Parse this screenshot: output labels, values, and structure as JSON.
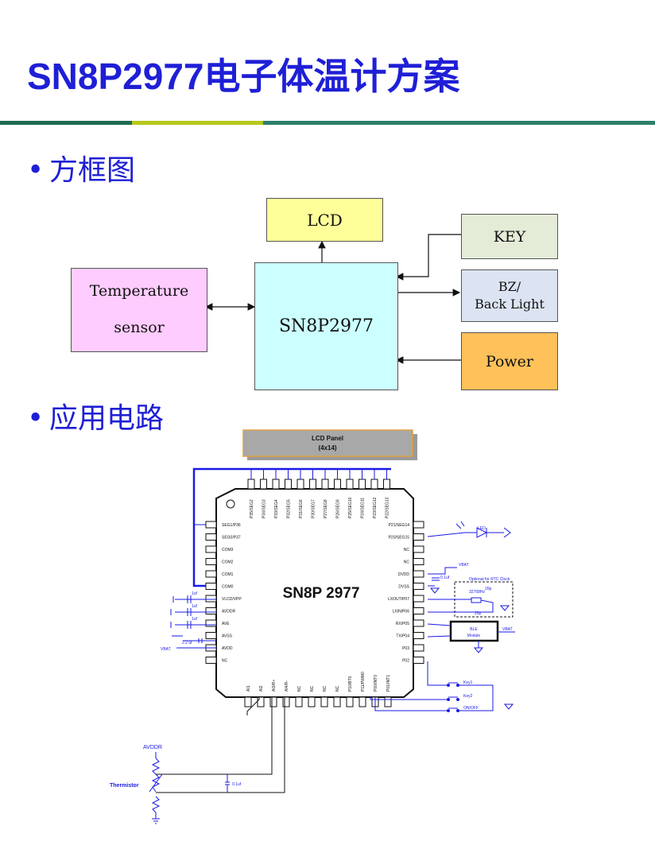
{
  "slide": {
    "title": "SN8P2977电子体温计方案",
    "bullet1": "方框图",
    "bullet2": "应用电路",
    "bullet_symbol": "•"
  },
  "colors": {
    "title": "#1f1fd6",
    "rule_left": "#1e6b50",
    "rule_mid": "#b5c81a",
    "rule_right": "#2d7f6a",
    "lcd_box": "#ffff99",
    "key_box": "#e4ecd8",
    "bz_box": "#dce3f2",
    "power_box": "#ffc15a",
    "temp_box": "#ffccff",
    "mcu_box": "#ccffff",
    "schematic_blue": "#1a1ae6"
  },
  "block_diagram": {
    "lcd": "LCD",
    "key": "KEY",
    "bz_line1": "BZ/",
    "bz_line2": "Back Light",
    "power": "Power",
    "temp_line1": "Temperature",
    "temp_line2": "sensor",
    "mcu": "SN8P2977"
  },
  "schematic": {
    "lcd_panel_line1": "LCD Panel",
    "lcd_panel_line2": "(4x14)",
    "chip_label": "SN8P 2977",
    "top_pins": [
      "P35/SEG2",
      "P34/SEG3",
      "P33/SEG4",
      "P32/SEG5",
      "P31/SEG6",
      "P30/SEG7",
      "P27/SEG8",
      "P26/SEG9",
      "P25/SEG10",
      "P24/SEG11",
      "P23/SEG12",
      "P22/SEG13"
    ],
    "left_pins": [
      "SEG1/P36",
      "SEG0/P37",
      "COM3",
      "COM2",
      "COM1",
      "COM0",
      "VLCD/VPP",
      "AVDDR",
      "AVE",
      "AVSS",
      "AVDD",
      "NC"
    ],
    "right_pins": [
      "P21/SEG14",
      "P20/SEG15",
      "NC",
      "NC",
      "DVDD",
      "DVSS",
      "LXOUT/P07",
      "LXIN/P06",
      "RX/P05",
      "TX/P04",
      "P03",
      "P02"
    ],
    "bottom_pins": [
      "AI1",
      "AI2",
      "AI3/R+",
      "AI4/R-",
      "NC",
      "NC",
      "NC",
      "NC",
      "P10/BT0",
      "P11/PWM0",
      "P00/INT0",
      "P01/INT1"
    ],
    "led": "LED",
    "vbat1": "VBAT",
    "cap_01": "0.1uf",
    "rtc_note": "Optional for RTC Clock",
    "cap_20p_1": "20p",
    "xtal": "32768Hz",
    "cap_20p_2": "20p",
    "ble_line1": "BLE",
    "ble_line2": "Module",
    "vbat2": "VBAT",
    "key1": "Key1",
    "key2": "Key2",
    "onoff": "ON/OFF",
    "cap_1uf_a": "1uf",
    "cap_1uf_b": "1uf",
    "cap_1uf_c": "1uf",
    "cap_22uf": "2.2 uf",
    "vbat3": "VBAT",
    "avddr": "AVDDR",
    "thermistor": "Thermistor",
    "cap_01_b": "0.1uf"
  }
}
